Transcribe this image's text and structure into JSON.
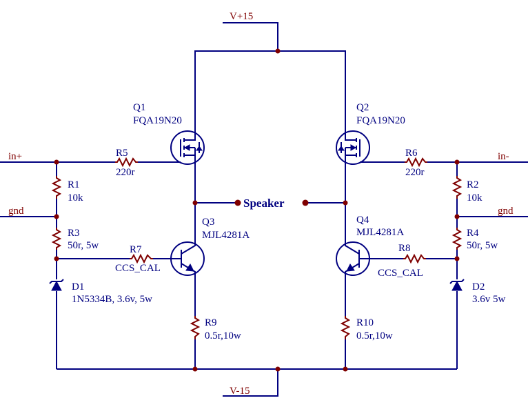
{
  "nets": {
    "vplus": "V+15",
    "vminus": "V-15",
    "in_plus": "in+",
    "in_minus": "in-",
    "gnd_left": "gnd",
    "gnd_right": "gnd"
  },
  "speaker": "Speaker",
  "components": {
    "Q1": {
      "ref": "Q1",
      "value": "FQA19N20"
    },
    "Q2": {
      "ref": "Q2",
      "value": "FQA19N20"
    },
    "Q3": {
      "ref": "Q3",
      "value": "MJL4281A"
    },
    "Q4": {
      "ref": "Q4",
      "value": "MJL4281A"
    },
    "R1": {
      "ref": "R1",
      "value": "10k"
    },
    "R2": {
      "ref": "R2",
      "value": "10k"
    },
    "R3": {
      "ref": "R3",
      "value": "50r, 5w"
    },
    "R4": {
      "ref": "R4",
      "value": "50r, 5w"
    },
    "R5": {
      "ref": "R5",
      "value": "220r"
    },
    "R6": {
      "ref": "R6",
      "value": "220r"
    },
    "R7": {
      "ref": "R7",
      "value": "CCS_CAL"
    },
    "R8": {
      "ref": "R8",
      "value": "CCS_CAL"
    },
    "R9": {
      "ref": "R9",
      "value": "0.5r,10w"
    },
    "R10": {
      "ref": "R10",
      "value": "0.5r,10w"
    },
    "D1": {
      "ref": "D1",
      "value": "1N5334B, 3.6v, 5w"
    },
    "D2": {
      "ref": "D2",
      "value": "3.6v 5w"
    }
  }
}
